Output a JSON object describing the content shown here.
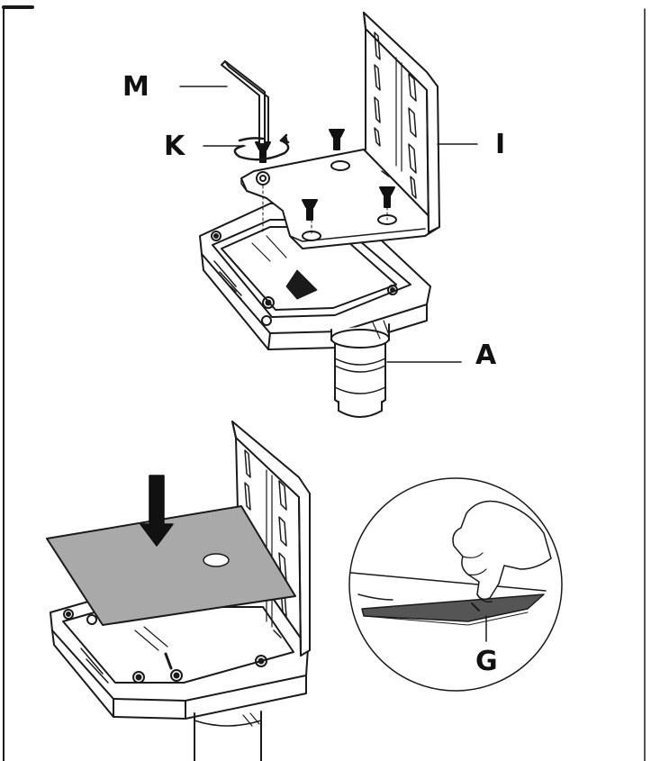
{
  "labels": {
    "m": "M",
    "k": "K",
    "i": "I",
    "a": "A",
    "g": "G"
  },
  "colors": {
    "line": "#1a1a1a",
    "sheet": "#a9a9a9",
    "screw": "#111111",
    "background": "#ffffff"
  }
}
